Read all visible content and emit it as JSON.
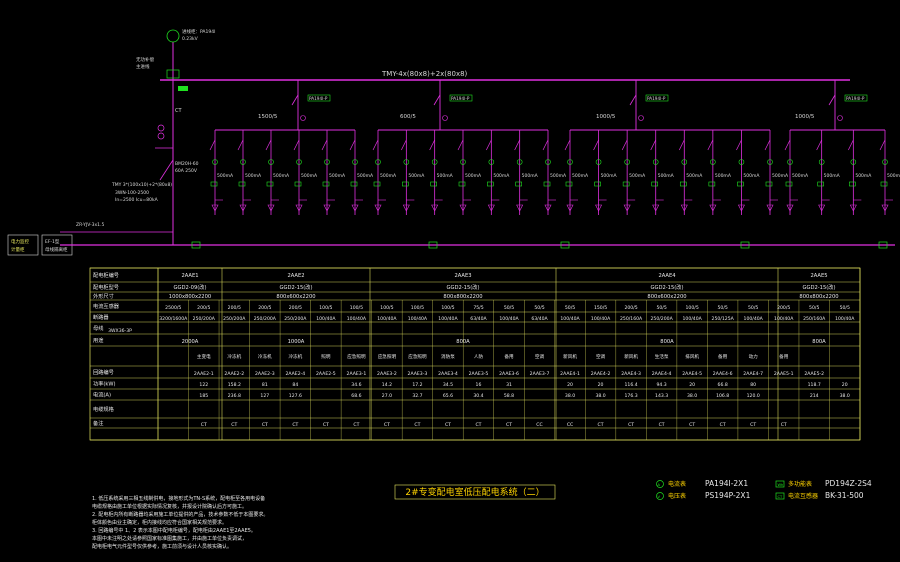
{
  "bus": {
    "main_label": "TMY-4x(80x8)+2x(80x8)",
    "ct_label": "CT"
  },
  "sources": {
    "top_label_1": "进线柜：PA194I",
    "top_label_2": "0.23kV",
    "left_box_1": "无功补偿",
    "left_box_2": "主进线",
    "cable_label": "ZR-YJV-3x1.5",
    "tmy_label": "TMY 3*(100x10)+2*(80x8)",
    "breaker_1": "3WN-100-2500",
    "breaker_2": "In=2500 Icu=80kA",
    "left_bus_1": "BM20H-60",
    "left_bus_2": "60A 250V",
    "left_cabinet_1": "电力监控",
    "left_cabinet_2": "计量柜",
    "left_cabinet_3": "EF-1型",
    "left_cabinet_4": "母线隔离柜"
  },
  "sections": [
    {
      "label": "1500/5",
      "tag": "PA194I-P"
    },
    {
      "label": "600/5",
      "tag": "PA194I-P"
    },
    {
      "label": "1000/5",
      "tag": "PA194I-P"
    },
    {
      "label": "1000/5",
      "tag": "PA194I-P"
    }
  ],
  "feeder_current": "500mA",
  "table": {
    "cabinet_nos": [
      "2AAE1",
      "2AAE2",
      "2AAE3",
      "2AAE4",
      "2AAE5"
    ],
    "types": [
      "GGD2-09(改)",
      "GGD2-15(改)",
      "GGD2-15(改)",
      "GGD2-15(改)",
      "GGD2-15(改)"
    ],
    "sizes": [
      "1000x800x2200",
      "800x600x2200",
      "800x800x2200",
      "800x600x2200",
      "800x800x2200"
    ],
    "ct_row": [
      "2500/5",
      "200/5",
      "200/5",
      "200/5",
      "200/5",
      "100/5",
      "100/5",
      "100/5",
      "100/5",
      "100/5",
      "75/5",
      "50/5",
      "50/5",
      "50/5",
      "150/5",
      "200/5",
      "50/5",
      "100/5",
      "50/5",
      "50/5",
      "200/5",
      "50/5",
      "50/5"
    ],
    "breaker_row": [
      "3200/1600A",
      "250/200A",
      "250/200A",
      "250/200A",
      "250/200A",
      "100/40A",
      "100/40A",
      "100/40A",
      "100/40A",
      "100/40A",
      "63/40A",
      "100/40A",
      "63/40A",
      "100/40A",
      "100/40A",
      "250/160A",
      "250/200A",
      "100/40A",
      "250/125A",
      "100/40A",
      "100/40A",
      "250/160A",
      "100/40A"
    ],
    "bus_row": [
      "2000A",
      "1000A",
      "800A",
      "800A",
      "800A"
    ],
    "pe_label": "3WX36-3P",
    "loads": [
      "主变电",
      "冷冻机",
      "冷冻机",
      "冷冻机",
      "照明",
      "应急照明",
      "应急照明",
      "应急照明",
      "消防泵",
      "人防",
      "备用",
      "空调",
      "新风机",
      "空调",
      "新风机",
      "生活泵",
      "排风机",
      "备用",
      "动力",
      "备用"
    ],
    "circuit_nos": [
      "2AAE2-1",
      "2AAE2-2",
      "2AAE2-3",
      "2AAE2-4",
      "2AAE2-5",
      "2AAE3-1",
      "2AAE3-2",
      "2AAE3-3",
      "2AAE3-4",
      "2AAE3-5",
      "2AAE3-6",
      "2AAE3-7",
      "2AAE4-1",
      "2AAE4-2",
      "2AAE4-3",
      "2AAE4-4",
      "2AAE4-5",
      "2AAE4-6",
      "2AAE4-7",
      "2AAE5-1",
      "2AAE5-2"
    ],
    "power_kw": [
      "122",
      "158.2",
      "81",
      "84",
      "",
      "34.6",
      "14.2",
      "17.2",
      "34.5",
      "16",
      "31",
      "",
      "20",
      "20",
      "116.4",
      "94.3",
      "20",
      "66.8",
      "80",
      "",
      "118.7",
      "20"
    ],
    "current_a": [
      "185",
      "236.8",
      "127",
      "127.6",
      "",
      "68.6",
      "27.0",
      "32.7",
      "65.6",
      "30.4",
      "58.8",
      "",
      "38.0",
      "38.0",
      "176.3",
      "143.3",
      "38.0",
      "106.8",
      "120.0",
      "",
      "214",
      "38.0"
    ],
    "meter_row": [
      "CT",
      "CT",
      "CT",
      "CT",
      "CT",
      "CT",
      "CT",
      "CT",
      "CT",
      "CT",
      "CT",
      "CC",
      "CC",
      "CT",
      "CT",
      "CT",
      "CT",
      "CT",
      "CT",
      "CT"
    ],
    "row_labels": [
      "配电柜编号",
      "配电柜型号",
      "外形尺寸",
      "电流互感器",
      "断路器",
      "母线",
      "用途",
      "回路编号",
      "功率(kW)",
      "电流(A)",
      "电缆规格",
      "备注"
    ]
  },
  "title": "2#专变配电室低压配电系统（二）",
  "legend": [
    {
      "sym": "A",
      "name": "电流表",
      "model": "PA194I-2X1"
    },
    {
      "sym": "Wh",
      "name": "多功能表",
      "model": "PD194Z-2S4"
    },
    {
      "sym": "V",
      "name": "电压表",
      "model": "PS194P-2X1"
    },
    {
      "sym": "CT",
      "name": "电流互感器",
      "model": "BK-31-500"
    }
  ],
  "notes": [
    "1. 低压系统采用三相五线制供电，接地形式为TN-S系统，配电柜至各用电设备",
    "   电缆规格由施工单位根据实际情况复核，并报设计院确认后方可施工。",
    "2. 配电柜内所有断路器均采用施工单位提供的产品，技术参数不低于本图要求。",
    "   柜体颜色由业主确定，柜内接线均应符合国家相关规范要求。",
    "3. 回路编号中 1、2 表示本图中配电柜编号，配电柜由2AAE1至2AAE5。",
    "   本图中未注明之处请参照国家标准图集施工，并由施工单位负责调试，",
    "   配电柜电气元件型号仅供参考，施工前须与设计人员核实确认。"
  ]
}
